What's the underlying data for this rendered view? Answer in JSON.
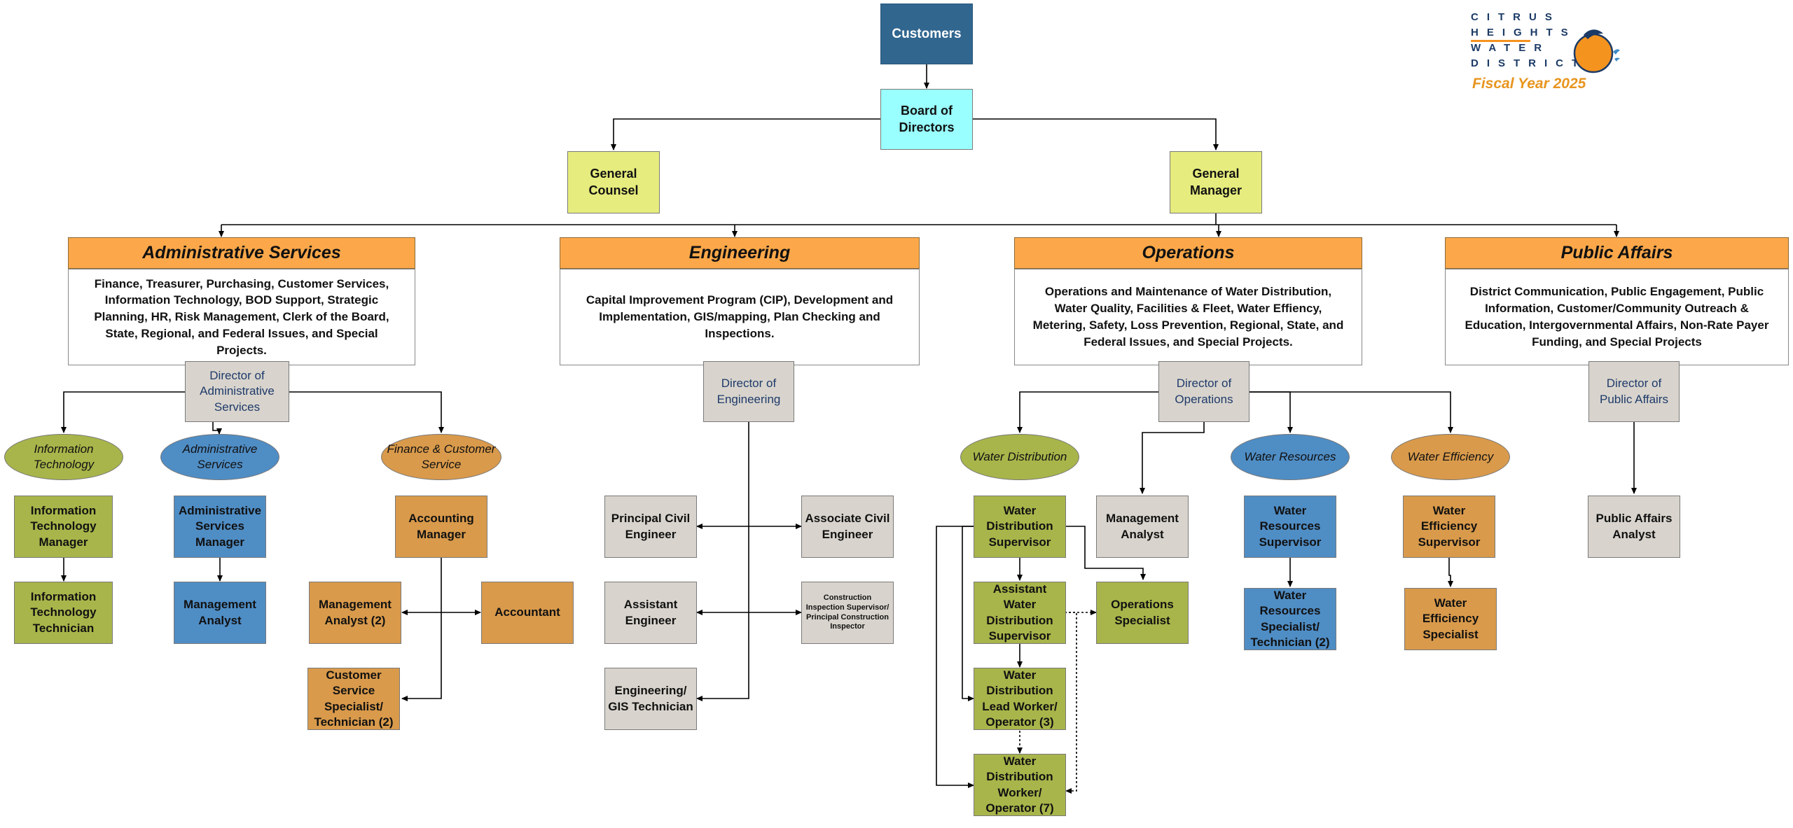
{
  "logo": {
    "lines": [
      "CITRUS",
      "HEIGHTS",
      "WATER",
      "DISTRICT"
    ],
    "fiscal_year": "Fiscal Year 2025",
    "mark_icon": "orange-water-drop-logo-icon"
  },
  "colors": {
    "customers": "#31668f",
    "board": "#99ffff",
    "counsel_gm": "#e6ec7d",
    "dept_header": "#fca84a",
    "director": "#d8d4cd",
    "it_group": "#a8b54a",
    "admin_group": "#4f8dc5",
    "finance_group": "#d99a4b"
  },
  "top": {
    "customers": "Customers",
    "board": "Board of Directors",
    "general_counsel": "General Counsel",
    "general_manager": "General Manager"
  },
  "departments": {
    "admin": {
      "title": "Administrative Services",
      "description": "Finance, Treasurer, Purchasing, Customer Services, Information Technology, BOD Support, Strategic Planning, HR, Risk Management, Clerk of the Board, State, Regional, and Federal Issues, and Special Projects.",
      "director": "Director of Administrative Services"
    },
    "eng": {
      "title": "Engineering",
      "description": "Capital Improvement Program (CIP), Development and Implementation, GIS/mapping, Plan Checking and Inspections.",
      "director": "Director of Engineering"
    },
    "ops": {
      "title": "Operations",
      "description": "Operations and Maintenance of Water Distribution, Water Quality, Facilities & Fleet, Water Effiency, Metering, Safety, Loss Prevention, Regional, State, and Federal Issues, and Special Projects.",
      "director": "Director of Operations"
    },
    "pa": {
      "title": "Public Affairs",
      "description": "District Communication, Public Engagement, Public Information, Customer/Community Outreach & Education, Intergovernmental Affairs, Non-Rate Payer Funding, and Special Projects",
      "director": "Director of Public Affairs"
    }
  },
  "groups": {
    "it": "Information Technology",
    "admin_services": "Administrative Services",
    "finance": "Finance & Customer Service",
    "water_distribution": "Water Distribution",
    "water_resources": "Water Resources",
    "water_efficiency": "Water Efficiency"
  },
  "positions": {
    "it_manager": "Information Technology Manager",
    "it_technician": "Information Technology Technician",
    "admin_manager": "Administrative Services Manager",
    "admin_analyst": "Management Analyst",
    "accounting_manager": "Accounting Manager",
    "fin_analyst": "Management Analyst (2)",
    "accountant": "Accountant",
    "cs_specialist": "Customer Service Specialist/ Technician (2)",
    "principal_civil": "Principal Civil Engineer",
    "associate_civil": "Associate Civil Engineer",
    "assistant_engineer": "Assistant Engineer",
    "construction_inspector": "Construction Inspection Supervisor/ Principal Construction Inspector",
    "gis_tech": "Engineering/ GIS Technician",
    "wd_supervisor": "Water Distribution Supervisor",
    "wd_asst_supervisor": "Assistant Water Distribution Supervisor",
    "wd_lead": "Water Distribution Lead Worker/ Operator (3)",
    "wd_worker": "Water Distribution Worker/ Operator (7)",
    "ops_analyst": "Management Analyst",
    "ops_specialist": "Operations Specialist",
    "wr_supervisor": "Water Resources Supervisor",
    "wr_specialist": "Water Resources Specialist/ Technician (2)",
    "we_supervisor": "Water Efficiency Supervisor",
    "we_specialist": "Water Efficiency Specialist",
    "pa_analyst": "Public Affairs Analyst"
  }
}
